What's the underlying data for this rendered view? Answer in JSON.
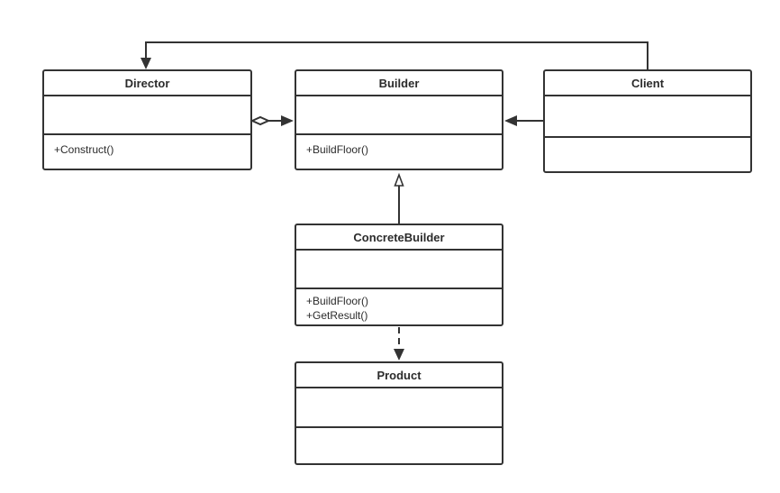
{
  "diagram": {
    "classes": [
      {
        "key": "director",
        "name": "Director",
        "attributes": [],
        "operations": [
          "+Construct()"
        ]
      },
      {
        "key": "builder",
        "name": "Builder",
        "attributes": [],
        "operations": [
          "+BuildFloor()"
        ]
      },
      {
        "key": "client",
        "name": "Client",
        "attributes": [],
        "operations": []
      },
      {
        "key": "concrete_builder",
        "name": "ConcreteBuilder",
        "attributes": [],
        "operations": [
          "+BuildFloor()",
          "+GetResult()"
        ]
      },
      {
        "key": "product",
        "name": "Product",
        "attributes": [],
        "operations": []
      }
    ],
    "relationships": [
      {
        "type": "aggregation",
        "from": "Director",
        "to": "Builder"
      },
      {
        "type": "association",
        "from": "Client",
        "to": "Builder"
      },
      {
        "type": "association",
        "from": "Client",
        "to": "Director"
      },
      {
        "type": "generalization",
        "from": "ConcreteBuilder",
        "to": "Builder"
      },
      {
        "type": "dependency",
        "from": "ConcreteBuilder",
        "to": "Product"
      }
    ],
    "colors": {
      "line": "#333333",
      "text": "#2b2b2b",
      "background": "#ffffff"
    }
  }
}
